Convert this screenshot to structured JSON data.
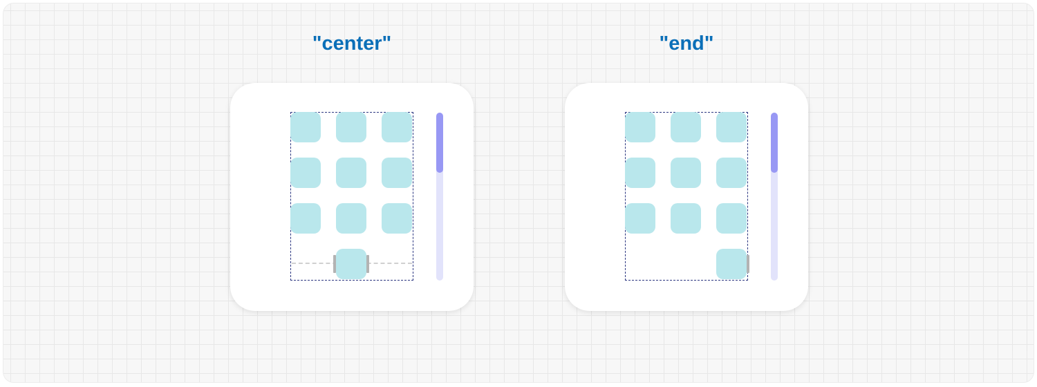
{
  "panels": [
    {
      "id": "center",
      "label": "\"center\"",
      "last_row_alignment": "center"
    },
    {
      "id": "end",
      "label": "\"end\"",
      "last_row_alignment": "end"
    }
  ],
  "grid": {
    "columns": 3,
    "full_rows": 3,
    "last_row_items": 1
  },
  "colors": {
    "label": "#0b6fb8",
    "tile": "#b9e7ec",
    "frame": "#2a3580",
    "scroll_track": "#e2e3fb",
    "scroll_thumb": "#9898f4",
    "handle": "#b3b3b3"
  },
  "scrollbar": {
    "thumb_fraction": 0.36,
    "position": 0
  }
}
